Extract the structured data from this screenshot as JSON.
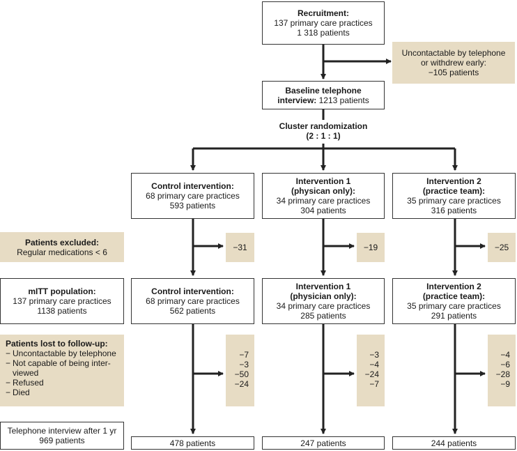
{
  "recruitment": {
    "title": "Recruitment:",
    "line1": "137 primary care practices",
    "line2": "1 318 patients"
  },
  "withdrew": {
    "line1": "Uncontactable by telephone",
    "line2": "or withdrew early:",
    "line3": "−105 patients"
  },
  "baseline": {
    "title": "Baseline telephone",
    "line2_bold": "interview:",
    "line2_rest": " 1213 patients"
  },
  "randomization": {
    "line1": "Cluster randomization",
    "line2": "(2 : 1 : 1)"
  },
  "arms": [
    {
      "title1": "Control intervention:",
      "title2": "",
      "practices": "68 primary care practices",
      "patients": "593 patients",
      "excluded": "−31",
      "mitt_title1": "Control intervention:",
      "mitt_title2": "",
      "mitt_practices": "68 primary care practices",
      "mitt_patients": "562 patients",
      "lost": [
        "−7",
        "−3",
        "−50",
        "−24"
      ],
      "final": "478 patients"
    },
    {
      "title1": "Intervention 1",
      "title2": "(physican only):",
      "practices": "34 primary care practices",
      "patients": "304 patients",
      "excluded": "−19",
      "mitt_title1": "Intervention 1",
      "mitt_title2": "(physician only):",
      "mitt_practices": "34 primary care practices",
      "mitt_patients": "285 patients",
      "lost": [
        "−3",
        "−4",
        "−24",
        "−7"
      ],
      "final": "247 patients"
    },
    {
      "title1": "Intervention 2",
      "title2": "(practice team):",
      "practices": "35 primary care practices",
      "patients": "316 patients",
      "excluded": "−25",
      "mitt_title1": "Intervention 2",
      "mitt_title2": "(practice team):",
      "mitt_practices": "35 primary care practices",
      "mitt_patients": "291 patients",
      "lost": [
        "−4",
        "−6",
        "−28",
        "−9"
      ],
      "final": "244 patients"
    }
  ],
  "excluded_label": {
    "title": "Patients excluded:",
    "line2": "Regular medications < 6"
  },
  "mitt_label": {
    "title": "mITT population:",
    "line1": "137 primary care practices",
    "line2": "1138 patients"
  },
  "lost_label": {
    "title": "Patients lost to follow-up:",
    "items": [
      "Uncontactable by telephone",
      "Not capable of being inter-",
      "viewed",
      "Refused",
      "Died"
    ]
  },
  "followup_label": {
    "line1": "Telephone interview after 1 yr",
    "line2": "969 patients"
  }
}
